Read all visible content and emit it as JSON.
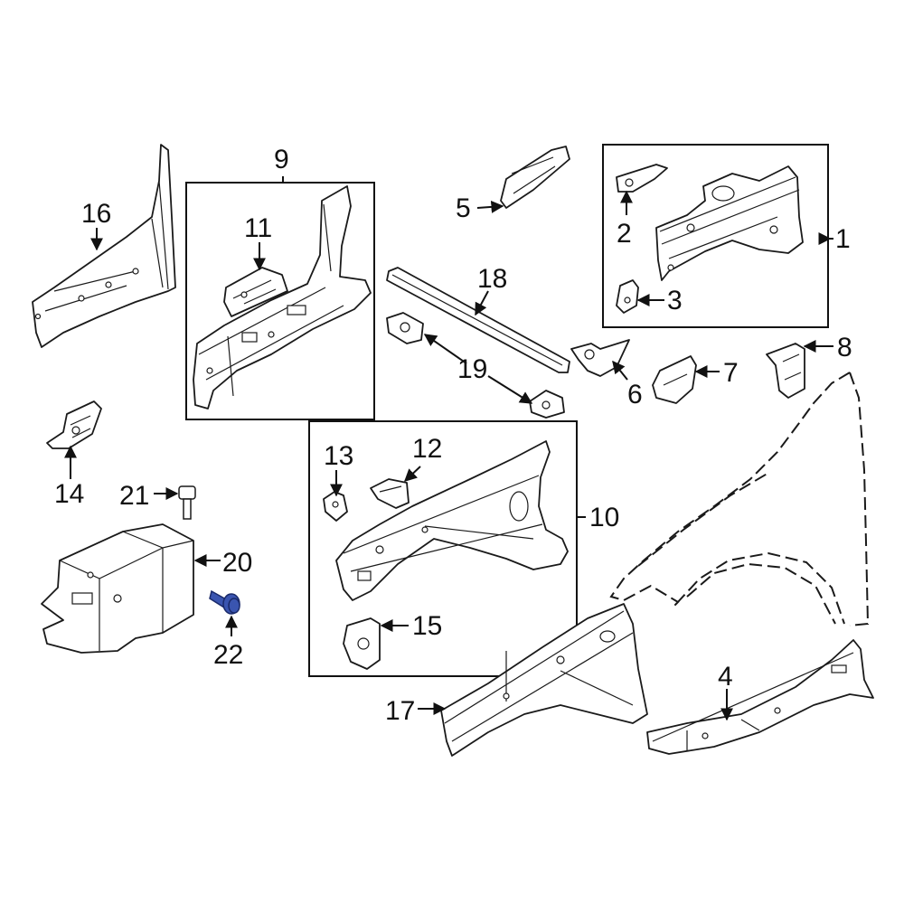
{
  "diagram": {
    "callouts": {
      "c1": "1",
      "c2": "2",
      "c3": "3",
      "c4": "4",
      "c5": "5",
      "c6": "6",
      "c7": "7",
      "c8": "8",
      "c9": "9",
      "c10": "10",
      "c11": "11",
      "c12": "12",
      "c13": "13",
      "c14": "14",
      "c15": "15",
      "c16": "16",
      "c17": "17",
      "c18": "18",
      "c19": "19",
      "c20": "20",
      "c21": "21",
      "c22": "22"
    },
    "colors": {
      "line": "#1a1a1a",
      "highlighted_bolt": "#3a55b0",
      "background": "#ffffff"
    },
    "highlighted_part": "22"
  }
}
